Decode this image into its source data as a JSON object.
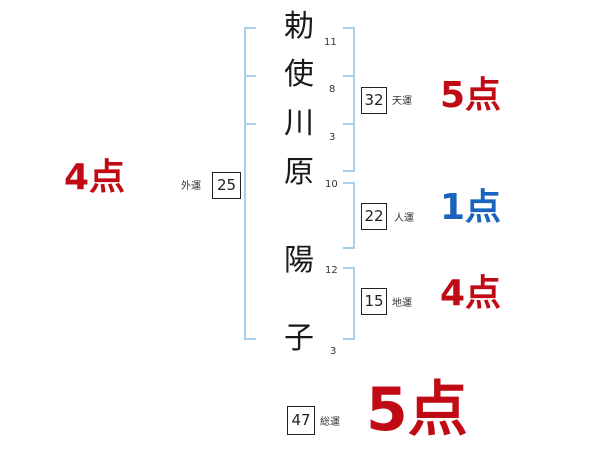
{
  "name": {
    "characters": [
      {
        "char": "勅",
        "strokes": "11"
      },
      {
        "char": "使",
        "strokes": "8"
      },
      {
        "char": "川",
        "strokes": "3"
      },
      {
        "char": "原",
        "strokes": "10"
      },
      {
        "char": "陽",
        "strokes": "12"
      },
      {
        "char": "子",
        "strokes": "3"
      }
    ]
  },
  "fortunes": {
    "ten": {
      "label": "天運",
      "value": "32",
      "score": "5点",
      "color": "#c00a14"
    },
    "jin": {
      "label": "人運",
      "value": "22",
      "score": "1点",
      "color": "#1a64be"
    },
    "chi": {
      "label": "地運",
      "value": "15",
      "score": "4点",
      "color": "#c00a14"
    },
    "gai": {
      "label": "外運",
      "value": "25",
      "score": "4点",
      "color": "#c00a14"
    },
    "sou": {
      "label": "総運",
      "value": "47",
      "score": "5点",
      "color": "#c00a14"
    }
  },
  "colors": {
    "bracket": "#a8d0ea",
    "good": "#c00a14",
    "bad": "#1a64be"
  }
}
